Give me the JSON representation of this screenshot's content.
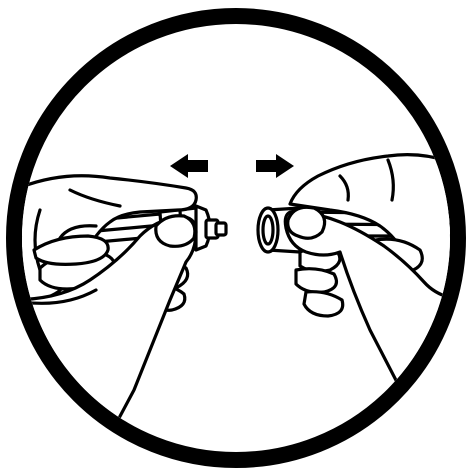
{
  "figure": {
    "frame_shape": "circle",
    "colors": {
      "line": "#000000",
      "background": "#ffffff"
    },
    "icons": {
      "left_arrow": "arrow-left-icon",
      "right_arrow": "arrow-right-icon"
    },
    "elements": [
      "left-hand",
      "right-hand",
      "left-pen-body",
      "right-pen-cap"
    ]
  }
}
